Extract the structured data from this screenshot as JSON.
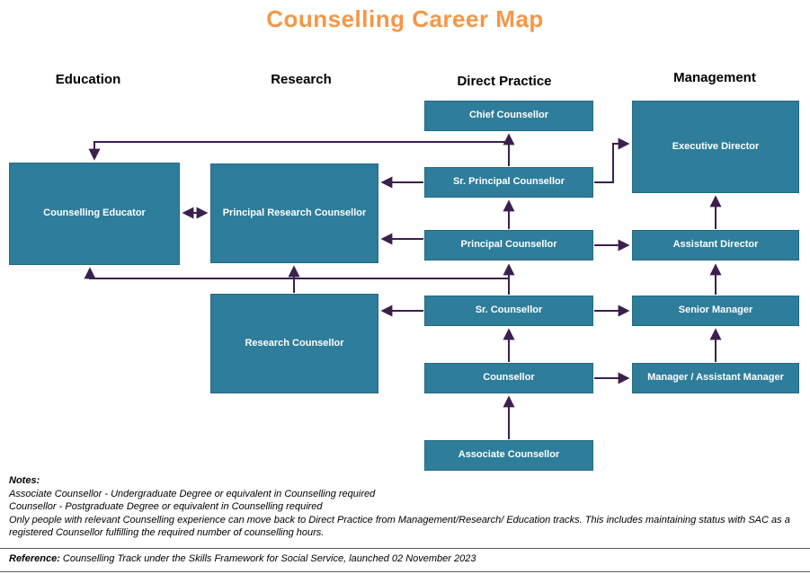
{
  "title": "Counselling Career Map",
  "columns": [
    {
      "label": "Education"
    },
    {
      "label": "Research"
    },
    {
      "label": "Direct Practice"
    },
    {
      "label": "Management"
    }
  ],
  "nodes": [
    {
      "id": "chief-counsellor",
      "label": "Chief Counsellor",
      "column": "Direct Practice"
    },
    {
      "id": "executive-director",
      "label": "Executive Director",
      "column": "Management"
    },
    {
      "id": "counselling-educator",
      "label": "Counselling Educator",
      "column": "Education"
    },
    {
      "id": "principal-research-counsellor",
      "label": "Principal Research Counsellor",
      "column": "Research"
    },
    {
      "id": "sr-principal-counsellor",
      "label": "Sr. Principal Counsellor",
      "column": "Direct Practice"
    },
    {
      "id": "principal-counsellor",
      "label": "Principal Counsellor",
      "column": "Direct Practice"
    },
    {
      "id": "assistant-director",
      "label": "Assistant Director",
      "column": "Management"
    },
    {
      "id": "sr-counsellor",
      "label": "Sr. Counsellor",
      "column": "Direct Practice"
    },
    {
      "id": "senior-manager",
      "label": "Senior Manager",
      "column": "Management"
    },
    {
      "id": "research-counsellor",
      "label": "Research Counsellor",
      "column": "Research"
    },
    {
      "id": "counsellor",
      "label": "Counsellor",
      "column": "Direct Practice"
    },
    {
      "id": "manager-assistant-manager",
      "label": "Manager / Assistant Manager",
      "column": "Management"
    },
    {
      "id": "associate-counsellor",
      "label": "Associate Counsellor",
      "column": "Direct Practice"
    }
  ],
  "edges": [
    {
      "from": "associate-counsellor",
      "to": "counsellor"
    },
    {
      "from": "counsellor",
      "to": "sr-counsellor"
    },
    {
      "from": "sr-counsellor",
      "to": "principal-counsellor"
    },
    {
      "from": "principal-counsellor",
      "to": "sr-principal-counsellor"
    },
    {
      "from": "sr-principal-counsellor",
      "to": "chief-counsellor"
    },
    {
      "from": "manager-assistant-manager",
      "to": "senior-manager"
    },
    {
      "from": "senior-manager",
      "to": "assistant-director"
    },
    {
      "from": "assistant-director",
      "to": "executive-director"
    },
    {
      "from": "counsellor",
      "to": "manager-assistant-manager"
    },
    {
      "from": "sr-counsellor",
      "to": "senior-manager"
    },
    {
      "from": "principal-counsellor",
      "to": "assistant-director"
    },
    {
      "from": "sr-principal-counsellor",
      "to": "executive-director"
    },
    {
      "from": "sr-principal-counsellor",
      "to": "principal-research-counsellor"
    },
    {
      "from": "principal-counsellor",
      "to": "principal-research-counsellor"
    },
    {
      "from": "sr-counsellor",
      "to": "research-counsellor"
    },
    {
      "from": "counselling-educator",
      "to": "principal-research-counsellor",
      "bidirectional": true
    },
    {
      "from": "research-counsellor",
      "to": "principal-research-counsellor"
    },
    {
      "from": "sr-principal-counsellor",
      "to": "counselling-educator"
    },
    {
      "from": "sr-counsellor",
      "to": "counselling-educator"
    }
  ],
  "notes": {
    "heading": "Notes:",
    "lines": [
      "Associate Counsellor - Undergraduate Degree or equivalent in Counselling required",
      "Counsellor - Postgraduate Degree or equivalent in Counselling required",
      "Only people with relevant Counselling experience can move back to Direct Practice from Management/Research/ Education tracks. This includes maintaining status with SAC as a registered Counsellor fulfilling the required number of counselling hours."
    ],
    "reference_label": "Reference:",
    "reference_text": " Counselling Track under the Skills Framework for Social Service, launched 02 November 2023"
  },
  "colors": {
    "node_fill": "#2e7d9a",
    "arrow": "#3b1f4e",
    "title": "#F79646"
  }
}
